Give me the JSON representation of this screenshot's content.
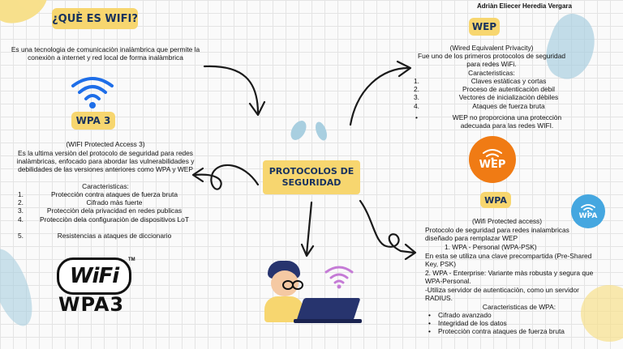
{
  "author": "Adriàn Eliecer Heredia Vergara",
  "center": {
    "line1": "PROTOCOLOS DE",
    "line2": "SEGURIDAD"
  },
  "wifi": {
    "title": "¿QUÈ ES WIFI?",
    "description": "Es una tecnologia de comunicaciòn inalàmbrica que permite la conexiòn a internet y red local de forma inalàmbrica"
  },
  "wpa3": {
    "label": "WPA 3",
    "full_name": "(WIFI Protected Access 3)",
    "description": "Es la ultima versiòn del protocolo de seguridad para redes inalàmbricas, enfocado para abordar las vulnerabilidades y debilidades de las versiones anteriores como WPA  y WEP",
    "features_title": "Caracteristicas:",
    "features": [
      {
        "num": "1.",
        "text": "Protecciòn contra ataques de fuerza bruta"
      },
      {
        "num": "2.",
        "text": "Cifrado màs fuerte"
      },
      {
        "num": "3.",
        "text": "Protecciòn dela privacidad en redes publicas"
      },
      {
        "num": "4.",
        "text": "Protecciòn dela configuraciòn de dispositivos LoT"
      },
      {
        "num": "5.",
        "text": "Resistencias a ataques de diccionario"
      }
    ],
    "logo_text_top": "WiFi",
    "logo_text_bottom": "WPA3",
    "logo_tm": "TM"
  },
  "wep": {
    "label": "WEP",
    "full_name": "(Wired Equivalent Privacity)",
    "description": "Fue uno de los primeros protocolos de seguridad para redes WiFi.",
    "features_title": "Caracteristicas:",
    "features": [
      {
        "num": "1.",
        "text": "Claves estàticas y cortas"
      },
      {
        "num": "2.",
        "text": "Proceso de autenticaciòn debil"
      },
      {
        "num": "3.",
        "text": "Vectores de inicializaciòn dèbiles"
      },
      {
        "num": "4.",
        "text": "Ataques de fuerza bruta"
      }
    ],
    "bullet_note": "WEP  no proporciona una protecciòn adecuada para las redes WIFI.",
    "logo_text": "WEP"
  },
  "wpa": {
    "label": "WPA",
    "full_name": "(Wifi Protected access)",
    "description": "Protocolo de seguridad para redes inalambricas diseñado para remplazar WEP",
    "lines": [
      "1. WPA - Personal (WPA-PSK)",
      "En esta se utiliza una clave precompartida (Pre-Shared Key, PSK)",
      "2. WPA - Enterprise: Variante màs robusta y segura que WPA-Personal.",
      "-Utiliza servidor de autenticaciòn, como un servidor RADIUS."
    ],
    "features_title": "Caracteristicas de WPA:",
    "features": [
      "Cifrado avanzado",
      "Integridad de los datos",
      "Protecciòn contra ataques de fuerza bruta"
    ],
    "logo_text": "WPA"
  },
  "colors": {
    "label_bg": "#f7d66f",
    "label_text": "#18325e",
    "wifi_blue": "#1e6ee8",
    "wep_orange": "#f07b14",
    "wpa_blue": "#45a7e0",
    "teal_swash": "#a9cfe0",
    "yellow_swash": "#f7e08c",
    "laptop_blue": "#27346e",
    "wifi_purple": "#c57bd6"
  }
}
